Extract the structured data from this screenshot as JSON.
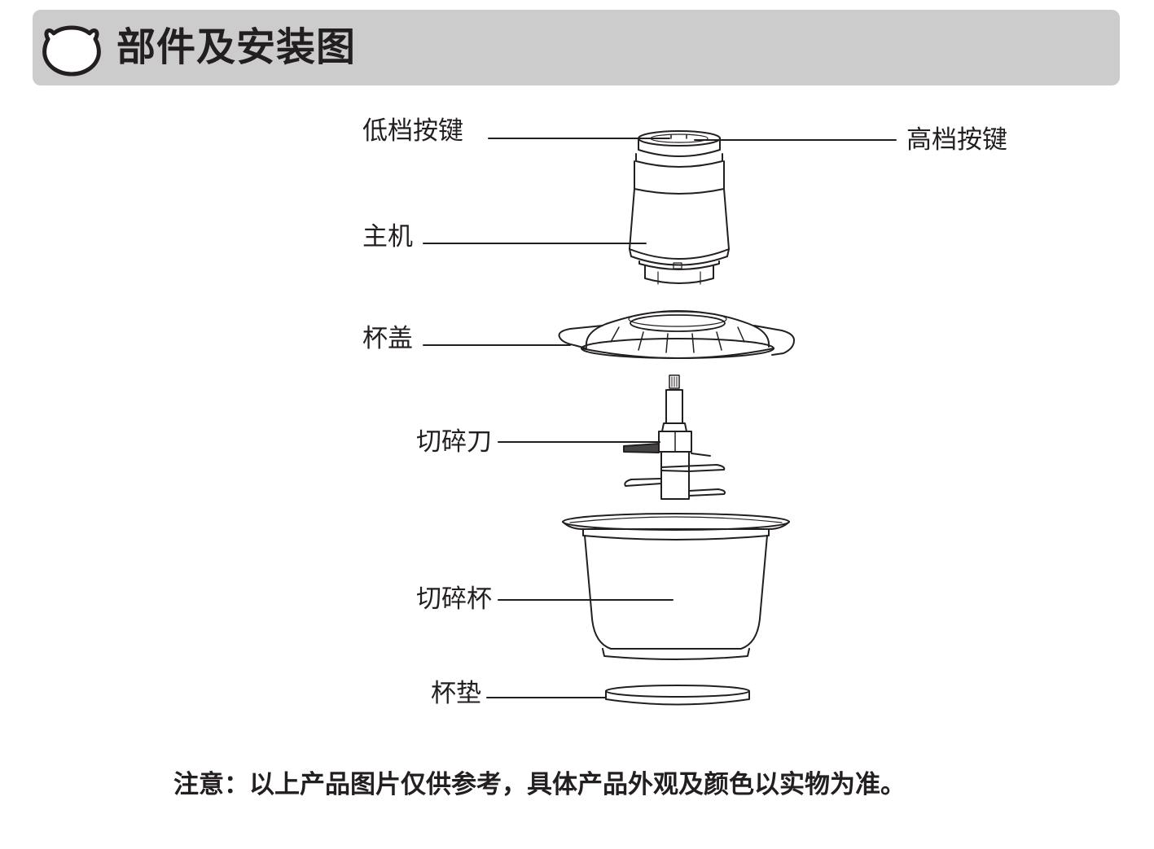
{
  "header": {
    "title": "部件及安装图",
    "icon": "bear-head-icon",
    "background_color": "#cccccc"
  },
  "labels": {
    "low_speed_button": "低档按键",
    "high_speed_button": "高档按键",
    "motor_unit": "主机",
    "cup_lid": "杯盖",
    "chopping_blade": "切碎刀",
    "chopping_cup": "切碎杯",
    "cup_pad": "杯垫"
  },
  "footnote": "注意：以上产品图片仅供参考，具体产品外观及颜色以实物为准。"
}
